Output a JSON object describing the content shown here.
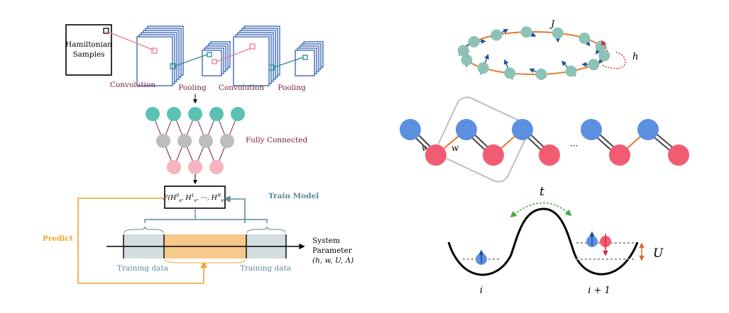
{
  "cnn": {
    "input_label_line1": "Hamiltonian",
    "input_label_line2": "Samples",
    "layers": [
      "Convolution",
      "Pooling",
      "Convolution",
      "Pooling"
    ],
    "fc_label": "Fully Connected"
  },
  "training": {
    "function_label": "F(H",
    "train_label": "Train Model",
    "predict_label": "Predict",
    "training_data_left": "Training data",
    "training_data_right": "Training data",
    "param_line1": "System",
    "param_line2": "Parameter",
    "param_line3": "(h, w, U, Λ)"
  },
  "ring": {
    "coupling_label": "J",
    "field_label": "h"
  },
  "chain": {
    "v_label": "v",
    "w_label": "w",
    "ellipsis": "···"
  },
  "well": {
    "hop_label": "t",
    "interaction_label": "U",
    "site_i": "i",
    "site_i1": "i + 1"
  },
  "colors": {
    "cnn_blue": "#2f5fb3",
    "pink": "#e87d9a",
    "teal": "#1f8e8e",
    "node_teal": "#5cc1b4",
    "node_gray": "#bdbdbd",
    "node_pink": "#f5b4bf",
    "maroon": "#7b2042",
    "orange": "#f0a42c",
    "slate": "#5d8a9a",
    "training_fill": "#d3dde2",
    "predict_fill": "#f5c98a",
    "chain_blue": "#5b8fe0",
    "chain_red": "#f25c73",
    "spin_teal": "#8cc3b6",
    "ring_orange": "#e8772d",
    "arrow_blue": "#1f4fa0",
    "red_dotted": "#d8283b",
    "green_dotted": "#49a84a",
    "u_arrow": "#d66a2a"
  }
}
